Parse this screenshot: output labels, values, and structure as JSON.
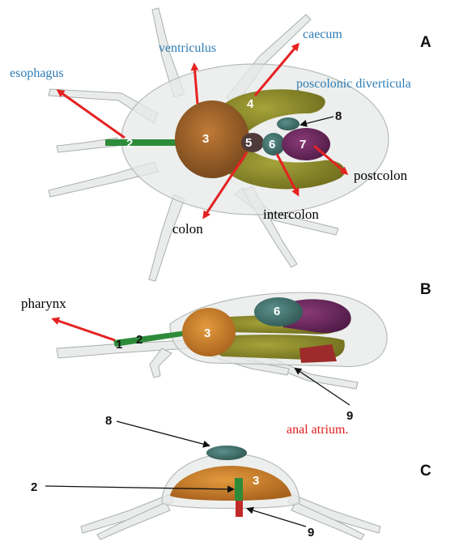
{
  "panels": {
    "a": "A",
    "b": "B",
    "c": "C"
  },
  "labels": {
    "esophagus": "esophagus",
    "ventriculus": "ventriculus",
    "caecum": "caecum",
    "poscolonic": "poscolonic diverticula",
    "postcolon": "postcolon",
    "intercolon": "intercolon",
    "colon": "colon",
    "pharynx": "pharynx",
    "anal_atrium": "anal atrium."
  },
  "numbers": {
    "n1": "1",
    "n2": "2",
    "n3": "3",
    "n4": "4",
    "n5": "5",
    "n6": "6",
    "n7": "7",
    "n8": "8",
    "n9": "9"
  },
  "colors": {
    "label_blue": "#2e7db5",
    "label_red": "#e01b1b",
    "arrow_red": "#e52222",
    "esophagus_green": "#2e8b3a",
    "ventriculus_brown": "#a0622a",
    "caeca_olive": "#8d8b2a",
    "intercolon_teal": "#3f6e6a",
    "postcolon_purple": "#6e2a5e"
  }
}
